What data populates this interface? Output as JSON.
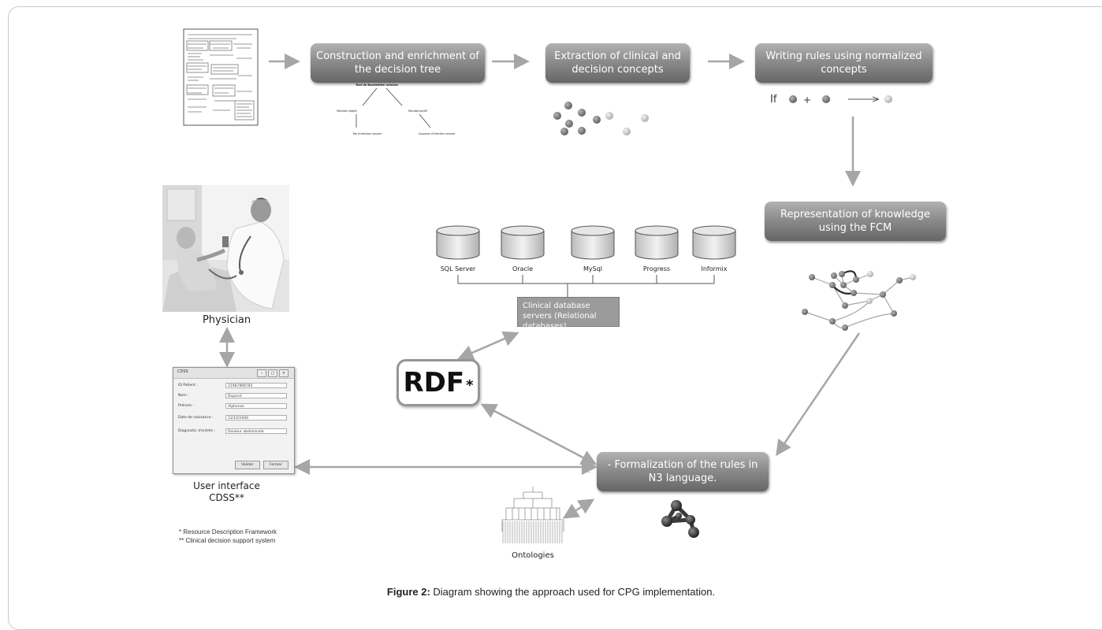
{
  "steps": {
    "construction": "Construction and enrichment of the decision tree",
    "extraction": "Extraction of clinical and decision concepts",
    "writing": "Writing rules using normalized concepts",
    "representation": "Representation of knowledge using the FCM",
    "formalization": "- Formalization of the rules in N3 language."
  },
  "tree": {
    "root": "Test de Bandelette urinaire",
    "left": "Résultat négatif",
    "right": "Résultat positif",
    "left_leaf": "Pas d'infection urinaire",
    "right_leaf": "Suspicion d'infection urinaire"
  },
  "rule": {
    "if": "If",
    "plus": "+"
  },
  "databases": {
    "servers": [
      "SQL Server",
      "Oracle",
      "MySql",
      "Progress",
      "Informix"
    ],
    "caption": "Clinical database servers (Relational databases)"
  },
  "rdf": {
    "main": "RDF",
    "star": "*"
  },
  "physician_label": "Physician",
  "ui": {
    "title": "CDSS",
    "fields": [
      {
        "label": "ID Patient :",
        "value": "21987898785"
      },
      {
        "label": "Nom :",
        "value": "Dupond"
      },
      {
        "label": "Prénom :",
        "value": "Alphonse"
      },
      {
        "label": "Date de naissance :",
        "value": "12/10/1940"
      },
      {
        "label": "Diagnostic d'entrée :",
        "value": "Douleur abdominale"
      }
    ],
    "validate": "Valider",
    "close": "Fermer",
    "caption_line1": "User interface",
    "caption_line2": "CDSS**"
  },
  "footnotes": {
    "one": "* Resource Description Framework",
    "two": "** Clinical decision support system"
  },
  "ontologies_label": "Ontologies",
  "caption": {
    "bold": "Figure 2:",
    "text": " Diagram showing the approach used for CPG implementation."
  },
  "colors": {
    "box_top": "#b2b2b2",
    "box_bottom": "#666666",
    "arrow": "#a6a6a6",
    "node_dark": "#7e7e7e",
    "node_light": "#c4c4c4"
  }
}
